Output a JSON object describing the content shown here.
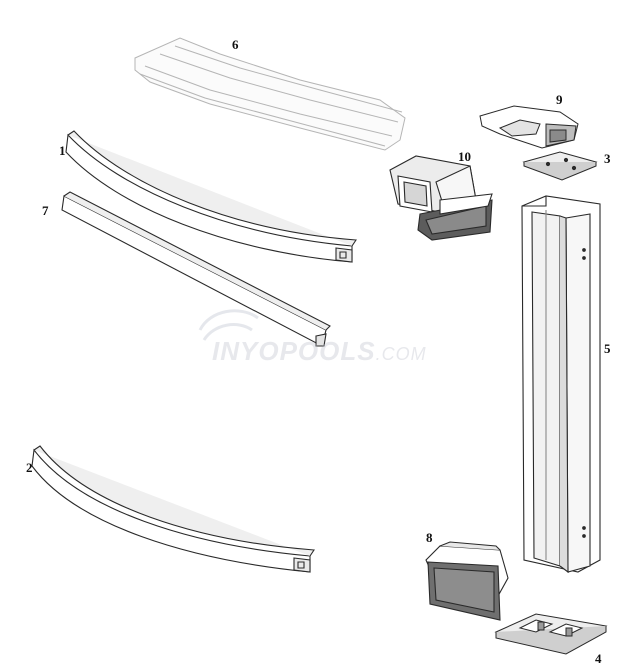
{
  "callouts": {
    "c1": "1",
    "c2": "2",
    "c3": "3",
    "c4": "4",
    "c5": "5",
    "c6": "6",
    "c7": "7",
    "c8": "8",
    "c9": "9",
    "c10": "10"
  },
  "watermark": {
    "brand": "INYOPOOLS",
    "suffix": ".COM"
  },
  "colors": {
    "line": "#2a2a2a",
    "faint_line": "#b5b5b5",
    "fill_light": "#f4f4f4",
    "fill_mid": "#d9d9d9",
    "fill_dark": "#7a7a7a"
  }
}
